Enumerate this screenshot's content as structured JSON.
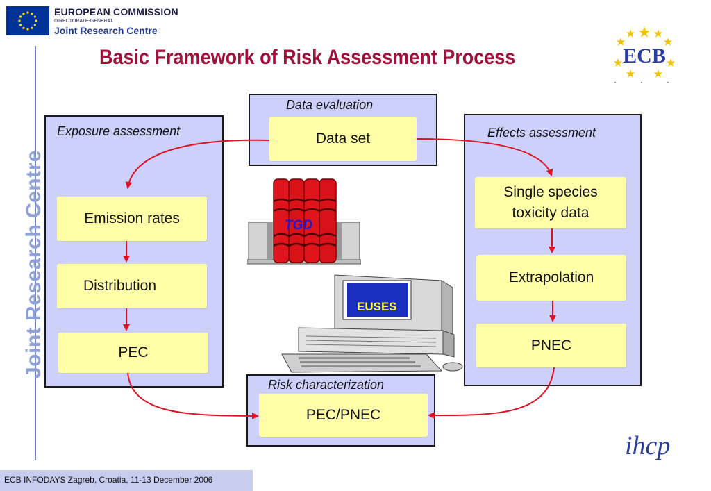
{
  "header": {
    "org_line1": "EUROPEAN COMMISSION",
    "org_line2": "DIRECTORATE-GENERAL",
    "org_line3": "Joint Research Centre",
    "sidebar_title": "Joint Research Centre"
  },
  "slide_title": "Basic Framework of Risk Assessment Process",
  "logos": {
    "ecb": "ECB",
    "ihcp": "ihcp"
  },
  "panels": {
    "data_evaluation": {
      "label": "Data evaluation",
      "box": "Data set"
    },
    "exposure": {
      "label": "Exposure assessment",
      "boxes": [
        "Emission rates",
        "Distribution",
        "PEC"
      ]
    },
    "effects": {
      "label": "Effects assessment",
      "boxes": [
        "Single species toxicity data",
        "Extrapolation",
        "PNEC"
      ]
    },
    "risk": {
      "label": "Risk characterization",
      "box": "PEC/PNEC"
    }
  },
  "illustrations": {
    "book_label": "TGD",
    "computer_label": "EUSES"
  },
  "footer": {
    "text": "ECB INFODAYS Zagreb, Croatia, 11-13 December 2006"
  },
  "colors": {
    "title": "#a0103a",
    "panel": "#ccd0fa",
    "box": "#ffffa8",
    "arrow": "#e01020",
    "sidebar": "#8ea0d8"
  }
}
